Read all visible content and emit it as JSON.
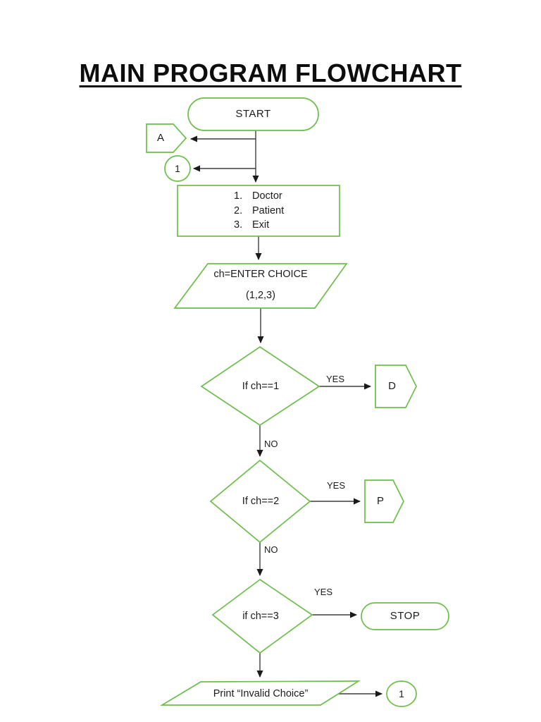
{
  "title": "MAIN PROGRAM FLOWCHART",
  "colors": {
    "shape_outline": "#6cbe4a",
    "connector": "#3d3d3d",
    "ink": "#1c1c1c"
  },
  "nodes": {
    "start": {
      "label": "START"
    },
    "offpage_connector_a": {
      "label": "A"
    },
    "onpage_connector_top": {
      "label": "1"
    },
    "menu_process": {
      "items": [
        {
          "num": "1.",
          "label": "Doctor"
        },
        {
          "num": "2.",
          "label": "Patient"
        },
        {
          "num": "3.",
          "label": "Exit"
        }
      ]
    },
    "input_choice": {
      "line1": "ch=ENTER CHOICE",
      "line2": "(1,2,3)"
    },
    "decision_ch1": {
      "label": "If ch==1"
    },
    "offpage_connector_d": {
      "label": "D"
    },
    "decision_ch2": {
      "label": "If ch==2"
    },
    "offpage_connector_p": {
      "label": "P"
    },
    "decision_ch3": {
      "label": "if ch==3"
    },
    "stop": {
      "label": "STOP"
    },
    "print_invalid": {
      "label": "Print “Invalid Choice”"
    },
    "onpage_connector_bottom": {
      "label": "1"
    }
  },
  "edge_labels": {
    "yes_1": "YES",
    "no_1": "NO",
    "yes_2": "YES",
    "no_2": "NO",
    "yes_3": "YES"
  }
}
